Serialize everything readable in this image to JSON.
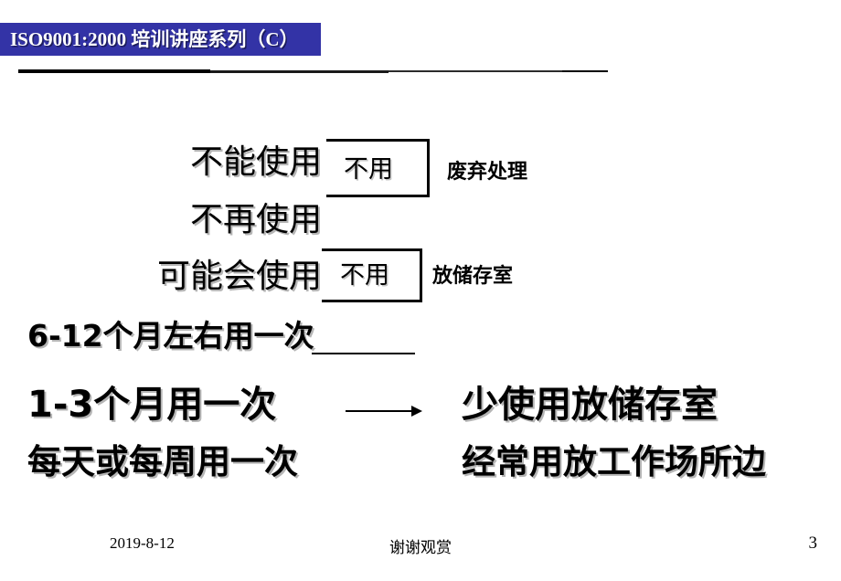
{
  "slide": {
    "title": "ISO9001:2000 培训讲座系列（C）",
    "title_bg_color": "#3333A6",
    "title_text_color": "#FFFFFF"
  },
  "rows": [
    {
      "label": "不能使用",
      "bracket_label": "不用",
      "outcome": "废弃处理"
    },
    {
      "label": "不再使用",
      "bracket_label": "",
      "outcome": ""
    },
    {
      "label": "可能会使用",
      "bracket_label": "不用",
      "outcome": "放储存室"
    },
    {
      "label": "6-12个月左右用一次",
      "bracket_label": "",
      "outcome": ""
    },
    {
      "label": "1-3个月用一次",
      "bracket_label": "",
      "outcome": "少使用放储存室"
    },
    {
      "label": "每天或每周用一次",
      "bracket_label": "",
      "outcome": "经常用放工作场所边"
    }
  ],
  "footer": {
    "date": "2019-8-12",
    "center_text": "谢谢观赏",
    "page_number": "3"
  }
}
